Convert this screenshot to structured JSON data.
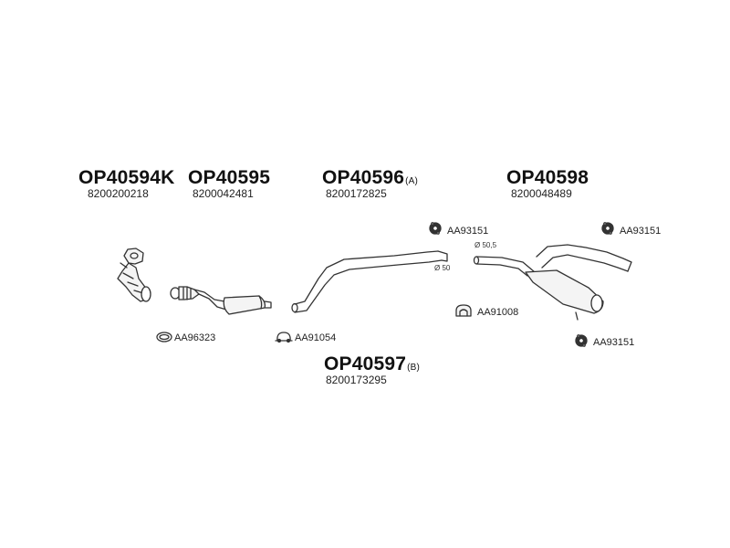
{
  "parts": [
    {
      "code": "OP40594K",
      "suffix": "",
      "oem": "8200200218"
    },
    {
      "code": "OP40595",
      "suffix": "",
      "oem": "8200042481"
    },
    {
      "code": "OP40596",
      "suffix": "(A)",
      "oem": "8200172825"
    },
    {
      "code": "OP40598",
      "suffix": "",
      "oem": "8200048489"
    },
    {
      "code": "OP40597",
      "suffix": "(B)",
      "oem": "8200173295"
    }
  ],
  "accessories": {
    "aa93151_top_left": "AA93151",
    "aa93151_top_right": "AA93151",
    "aa91008": "AA91008",
    "aa93151_bottom": "AA93151",
    "aa96323": "AA96323",
    "aa91054": "AA91054"
  },
  "dimensions": {
    "pipe_50_5": "Ø 50,5",
    "pipe_50": "Ø 50"
  },
  "colors": {
    "line": "#333333",
    "part_fill": "#f4f4f4",
    "text": "#111111"
  }
}
